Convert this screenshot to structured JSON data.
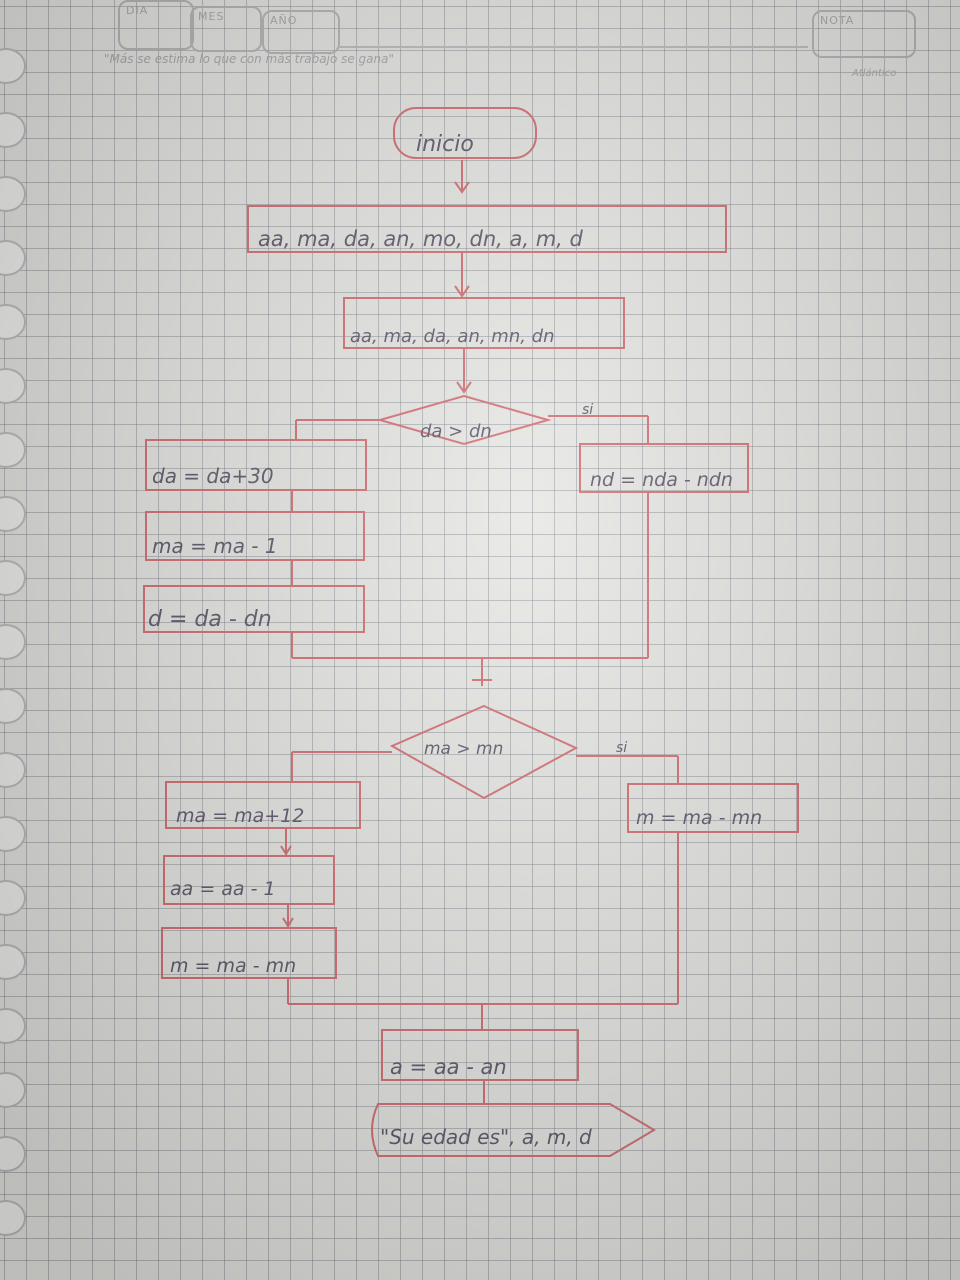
{
  "header": {
    "dia": "DIA",
    "mes": "MES",
    "ano": "AÑO",
    "nota": "NOTA",
    "motto": "\"Más se estima lo que con más trabajo se gana\"",
    "brand": "Atlántico"
  },
  "flowchart": {
    "inicio": "inicio",
    "input1": "aa, ma, da, an, mo, dn, a, m, d",
    "input2": "aa, ma, da, an, mn, dn",
    "decision1": "da > dn",
    "decision1_yes": "si",
    "left1_a": "da = da+30",
    "left1_b": "ma = ma - 1",
    "left1_c": "d = da - dn",
    "right1": "nd = nda - ndn",
    "decision2": "ma > mn",
    "decision2_yes": "si",
    "left2_a": "ma = ma+12",
    "left2_b": "aa = aa - 1",
    "left2_c": "m = ma - mn",
    "right2": "m = ma - mn",
    "calc": "a = aa - an",
    "output": "\"Su edad es\", a, m, d"
  },
  "colors": {
    "line": "#d36a6f",
    "ink": "#5a5468",
    "grid": "#7d8288"
  }
}
